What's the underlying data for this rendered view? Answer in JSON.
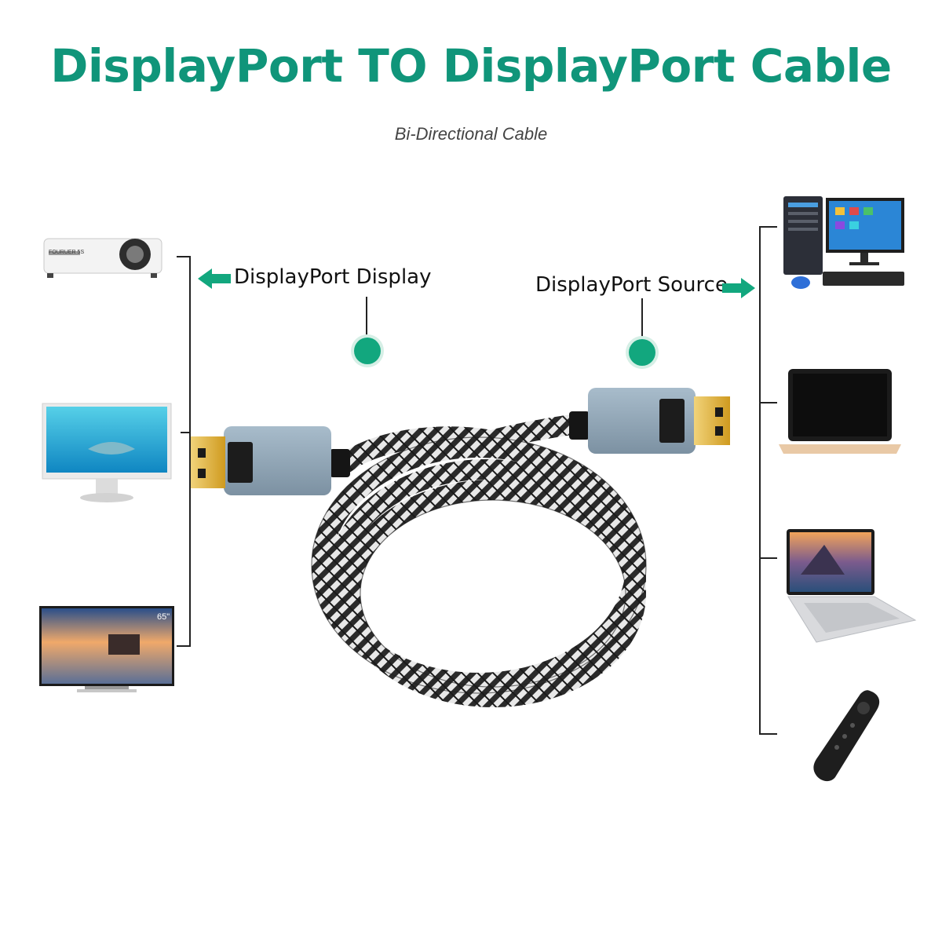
{
  "header": {
    "title": "DisplayPort TO DisplayPort Cable",
    "subtitle": "Bi-Directional Cable"
  },
  "labels": {
    "display": "DisplayPort Display",
    "source": "DisplayPort Source"
  },
  "colors": {
    "accent": "#10957a",
    "arrow": "#12a77e",
    "connector": "#8fa4b4",
    "gold": "#e3b43a"
  },
  "devices": {
    "left": [
      {
        "name": "projector",
        "text": "FOURUER 5S"
      },
      {
        "name": "desktop-monitor",
        "text": ""
      },
      {
        "name": "television",
        "text": "65\""
      }
    ],
    "right": [
      {
        "name": "desktop-computer"
      },
      {
        "name": "laptop-gold"
      },
      {
        "name": "laptop-silver"
      },
      {
        "name": "remote-control"
      }
    ]
  }
}
